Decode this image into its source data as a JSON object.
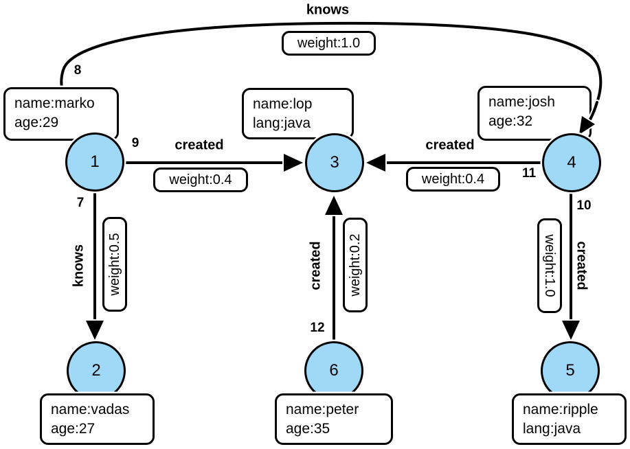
{
  "colors": {
    "node_fill": "#A0D8F8",
    "stroke": "#000000",
    "background": "#FFFFFF"
  },
  "nodes": [
    {
      "id": "1",
      "props": [
        "name:marko",
        "age:29"
      ]
    },
    {
      "id": "2",
      "props": [
        "name:vadas",
        "age:27"
      ]
    },
    {
      "id": "3",
      "props": [
        "name:lop",
        "lang:java"
      ]
    },
    {
      "id": "4",
      "props": [
        "name:josh",
        "age:32"
      ]
    },
    {
      "id": "5",
      "props": [
        "name:ripple",
        "lang:java"
      ]
    },
    {
      "id": "6",
      "props": [
        "name:peter",
        "age:35"
      ]
    }
  ],
  "edges": [
    {
      "id": "8",
      "label": "knows",
      "weight": "weight:1.0",
      "from": "1",
      "to": "4"
    },
    {
      "id": "7",
      "label": "knows",
      "weight": "weight:0.5",
      "from": "1",
      "to": "2"
    },
    {
      "id": "9",
      "label": "created",
      "weight": "weight:0.4",
      "from": "1",
      "to": "3"
    },
    {
      "id": "11",
      "label": "created",
      "weight": "weight:0.4",
      "from": "4",
      "to": "3"
    },
    {
      "id": "10",
      "label": "created",
      "weight": "weight:1.0",
      "from": "4",
      "to": "5"
    },
    {
      "id": "12",
      "label": "created",
      "weight": "weight:0.2",
      "from": "6",
      "to": "3"
    }
  ]
}
